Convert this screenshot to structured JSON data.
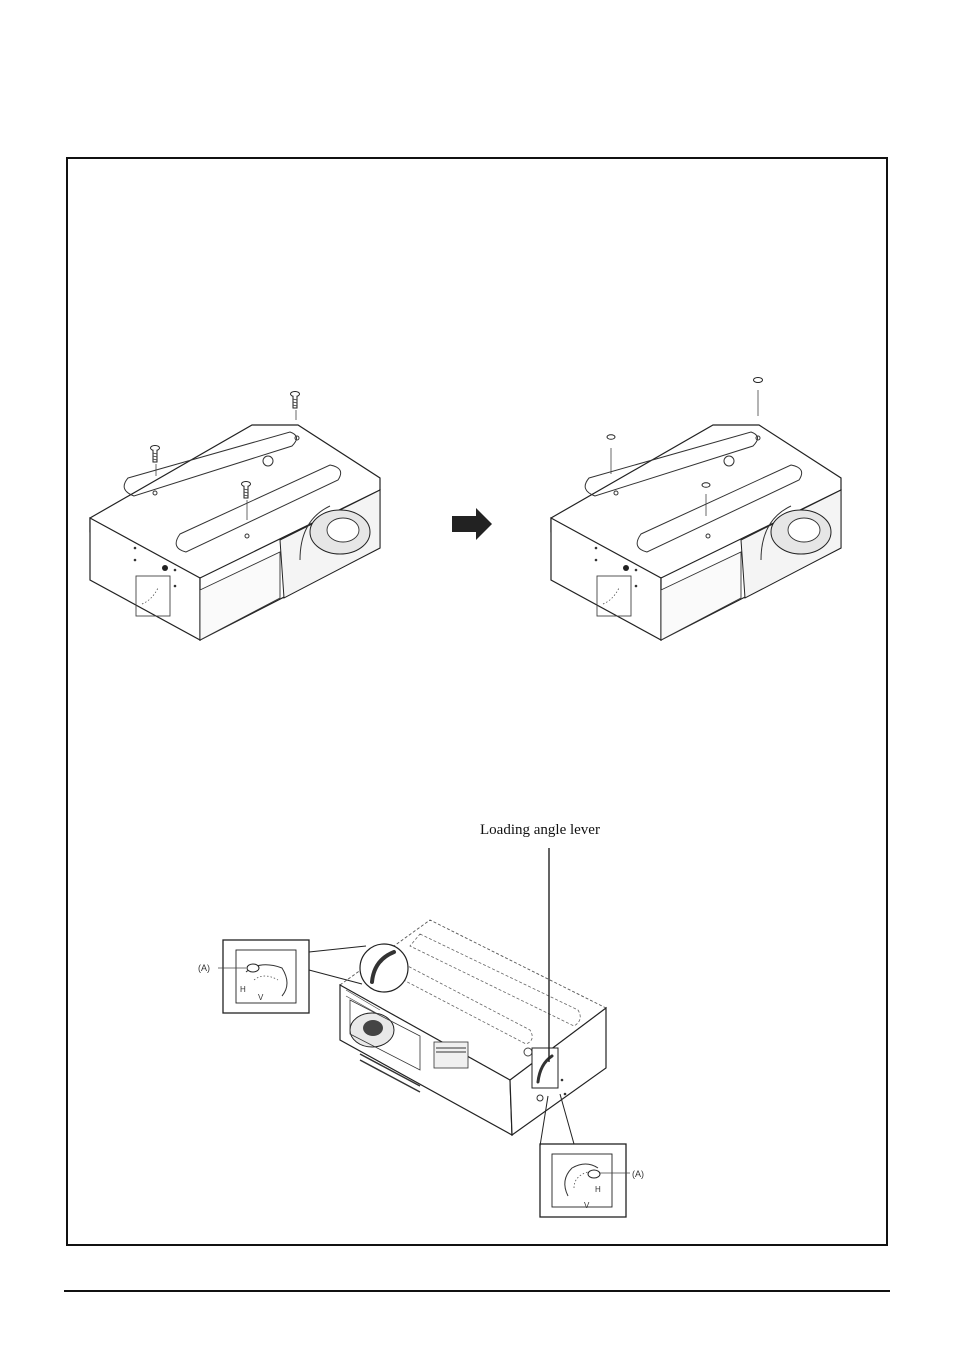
{
  "figure": {
    "lever_label": "Loading angle lever",
    "callout_a": "(A)",
    "mark_h": "H",
    "mark_v": "V"
  },
  "icons": [
    "screw-icon",
    "arrow-right-icon",
    "cd-changer-illustration",
    "magnifier-callout-icon"
  ]
}
